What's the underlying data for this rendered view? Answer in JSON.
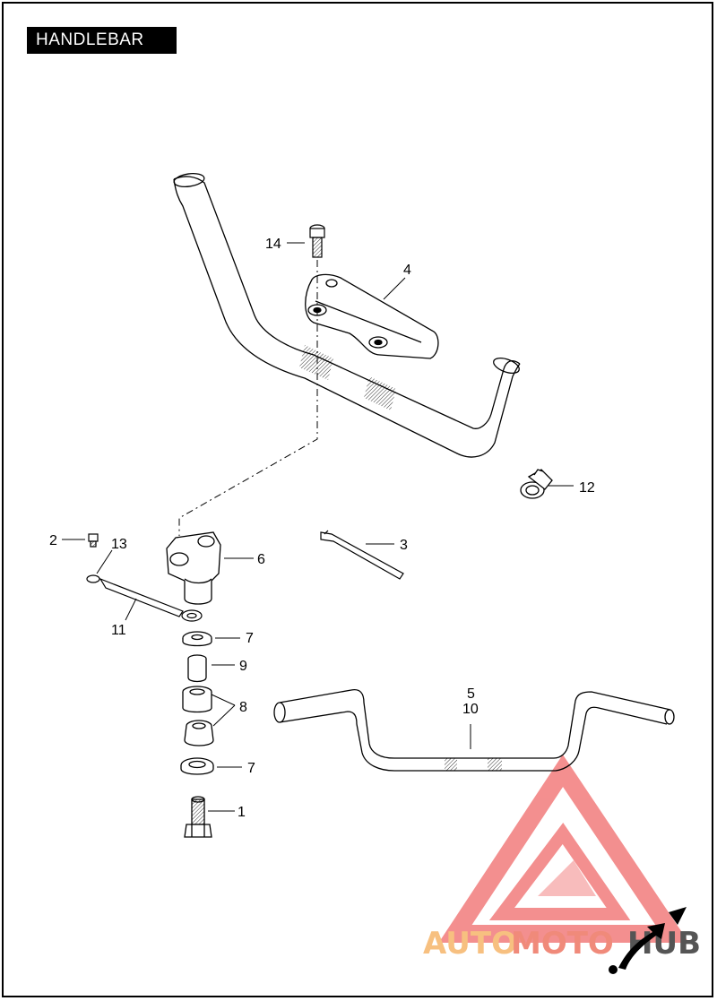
{
  "title": "HANDLEBAR",
  "callouts": {
    "c1": "1",
    "c2": "2",
    "c3": "3",
    "c4": "4",
    "c5": "5",
    "c6": "6",
    "c7a": "7",
    "c7b": "7",
    "c8": "8",
    "c9": "9",
    "c10": "10",
    "c11": "11",
    "c12": "12",
    "c13": "13",
    "c14": "14"
  },
  "watermark": {
    "text_auto": "AUTO",
    "text_moto": "MOTO",
    "text_hub": "HUB",
    "color_auto": "#f7c080",
    "color_moto": "#f08a7a",
    "color_logo": "#f06a6a"
  }
}
